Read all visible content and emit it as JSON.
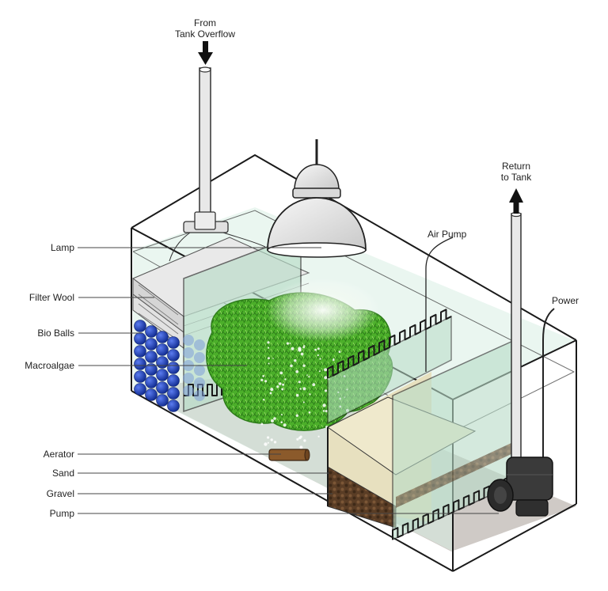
{
  "labels": {
    "inflow_line1": "From",
    "inflow_line2": "Tank Overflow",
    "return_line1": "Return",
    "return_line2": "to Tank",
    "air_pump": "Air Pump",
    "power": "Power",
    "lamp": "Lamp",
    "filter_wool": "Filter Wool",
    "bio_balls": "Bio Balls",
    "macroalgae": "Macroalgae",
    "aerator": "Aerator",
    "sand": "Sand",
    "gravel": "Gravel",
    "pump": "Pump"
  },
  "icons": {
    "inflow_arrow": "arrow-down-icon",
    "return_arrow": "arrow-up-icon"
  },
  "colors": {
    "water": "#d8eee4",
    "glass_baffle": "#b8dcc8",
    "bio_balls": "#1a3fbf",
    "algae": "#4caf2a",
    "algae_dark": "#2e7d1a",
    "sand": "#e7e0bf",
    "gravel": "#6b4a2f",
    "floor": "#cfcac6",
    "lamp": "#e6e6e6",
    "pump": "#3a3a3a"
  }
}
